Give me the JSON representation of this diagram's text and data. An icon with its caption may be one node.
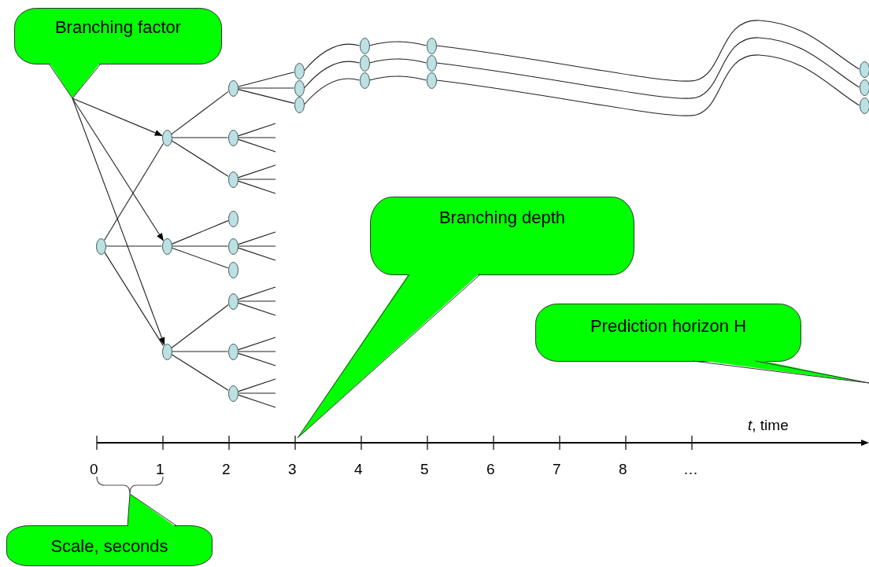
{
  "diagram": {
    "nodes": [
      {
        "text": [
          "Branching factor"
        ]
      },
      {
        "text": [],
        "shape": "ellipse"
      },
      {
        "text": [],
        "shape": "ellipse"
      },
      {
        "text": [],
        "shape": "ellipse"
      },
      {
        "text": [],
        "shape": "ellipse"
      },
      {
        "text": [],
        "shape": "ellipse"
      },
      {
        "text": [],
        "shape": "ellipse"
      },
      {
        "text": [],
        "shape": "ellipse"
      },
      {
        "text": [],
        "shape": "ellipse"
      },
      {
        "text": [],
        "shape": "ellipse"
      },
      {
        "text": [],
        "shape": "ellipse"
      },
      {
        "text": [],
        "shape": "ellipse"
      },
      {
        "text": [],
        "shape": "ellipse"
      },
      {
        "text": [],
        "shape": "ellipse"
      },
      {
        "text": [],
        "shape": "ellipse"
      },
      {
        "text": [],
        "shape": "ellipse"
      },
      {
        "text": [],
        "shape": "ellipse"
      },
      {
        "text": [],
        "shape": "ellipse"
      },
      {
        "text": [],
        "shape": "ellipse"
      },
      {
        "text": [],
        "shape": "ellipse"
      },
      {
        "text": [],
        "shape": "ellipse"
      },
      {
        "text": [],
        "shape": "ellipse"
      },
      {
        "text": [],
        "shape": "ellipse"
      },
      {
        "text": [],
        "shape": "ellipse"
      },
      {
        "text": [],
        "shape": "ellipse"
      },
      {
        "text": [],
        "shape": "ellipse"
      },
      {
        "text": [
          "Branching depth"
        ]
      },
      {
        "text": [
          "Prediction horizon H"
        ]
      },
      {
        "text": [
          "Scale, seconds"
        ]
      }
    ],
    "edges": [
      {
        "from": 0,
        "to": 2,
        "arrow": "to"
      },
      {
        "from": 0,
        "to": 3,
        "arrow": "to"
      },
      {
        "from": 0,
        "to": 4,
        "arrow": "to"
      },
      {
        "from": 1,
        "to": 2,
        "arrow": "none"
      },
      {
        "from": 1,
        "to": 3,
        "arrow": "none"
      },
      {
        "from": 1,
        "to": 4,
        "arrow": "none"
      },
      {
        "from": 2,
        "to": 5,
        "arrow": "none"
      },
      {
        "from": 2,
        "to": 6,
        "arrow": "none"
      },
      {
        "from": 2,
        "to": 7,
        "arrow": "none"
      },
      {
        "from": 3,
        "to": 8,
        "arrow": "none"
      },
      {
        "from": 3,
        "to": 9,
        "arrow": "none"
      },
      {
        "from": 3,
        "to": 10,
        "arrow": "none"
      },
      {
        "from": 4,
        "to": 11,
        "arrow": "none"
      },
      {
        "from": 4,
        "to": 12,
        "arrow": "none"
      },
      {
        "from": 4,
        "to": 13,
        "arrow": "none"
      },
      {
        "from": 5,
        "to": 14,
        "arrow": "none"
      },
      {
        "from": 5,
        "to": 15,
        "arrow": "none"
      },
      {
        "from": 5,
        "to": 16,
        "arrow": "none"
      },
      {
        "from": 6,
        "to": null,
        "arrow": "none"
      },
      {
        "from": 6,
        "to": null,
        "arrow": "none"
      },
      {
        "from": 6,
        "to": null,
        "arrow": "none"
      },
      {
        "from": 7,
        "to": null,
        "arrow": "none"
      },
      {
        "from": 7,
        "to": null,
        "arrow": "none"
      },
      {
        "from": 7,
        "to": null,
        "arrow": "none"
      },
      {
        "from": 9,
        "to": null,
        "arrow": "none"
      },
      {
        "from": 9,
        "to": null,
        "arrow": "none"
      },
      {
        "from": 9,
        "to": null,
        "arrow": "none"
      },
      {
        "from": 11,
        "to": null,
        "arrow": "none"
      },
      {
        "from": 11,
        "to": null,
        "arrow": "none"
      },
      {
        "from": 11,
        "to": null,
        "arrow": "none"
      },
      {
        "from": 12,
        "to": null,
        "arrow": "none"
      },
      {
        "from": 12,
        "to": null,
        "arrow": "none"
      },
      {
        "from": 12,
        "to": null,
        "arrow": "none"
      },
      {
        "from": 13,
        "to": null,
        "arrow": "none"
      },
      {
        "from": 13,
        "to": null,
        "arrow": "none"
      },
      {
        "from": 13,
        "to": null,
        "arrow": "none"
      },
      {
        "from": 14,
        "to": 17,
        "arrow": "none"
      },
      {
        "from": 15,
        "to": 18,
        "arrow": "none"
      },
      {
        "from": 16,
        "to": 19,
        "arrow": "none"
      },
      {
        "from": 17,
        "to": 20,
        "arrow": "none"
      },
      {
        "from": 18,
        "to": 21,
        "arrow": "none"
      },
      {
        "from": 19,
        "to": 22,
        "arrow": "none"
      },
      {
        "from": 20,
        "to": 23,
        "arrow": "none"
      },
      {
        "from": 21,
        "to": 24,
        "arrow": "none"
      },
      {
        "from": 22,
        "to": 25,
        "arrow": "none"
      }
    ],
    "labels": [
      "*t*, time",
      "0",
      "1",
      "2",
      "3",
      "4",
      "5",
      "6",
      "7",
      "8",
      "…"
    ]
  }
}
